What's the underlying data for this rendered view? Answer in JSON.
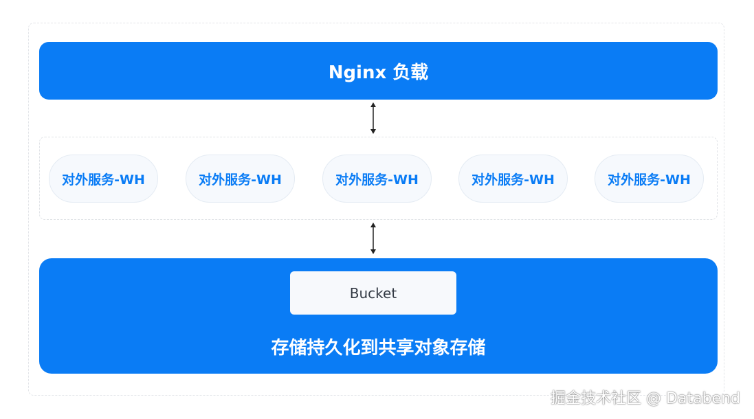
{
  "nginx": {
    "label": "Nginx 负载"
  },
  "warehouses": [
    {
      "label": "对外服务-WH"
    },
    {
      "label": "对外服务-WH"
    },
    {
      "label": "对外服务-WH"
    },
    {
      "label": "对外服务-WH"
    },
    {
      "label": "对外服务-WH"
    }
  ],
  "storage": {
    "bucket_label": "Bucket",
    "label": "存储持久化到共享对象存储"
  },
  "watermark": "掘金技术社区 @ Databend",
  "colors": {
    "primary_blue": "#0a7cf5",
    "node_background": "#f6f9fd",
    "bucket_background": "#f7f9fc"
  }
}
